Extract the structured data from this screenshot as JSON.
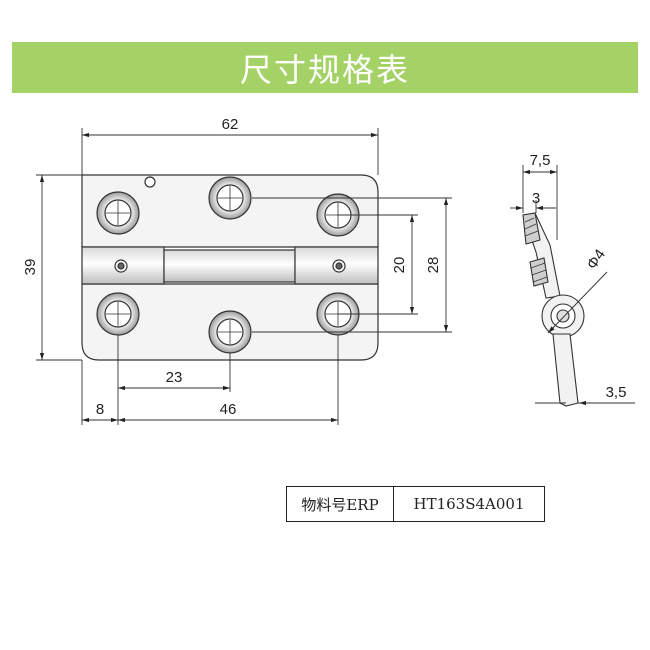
{
  "header": {
    "title": "尺寸规格表"
  },
  "dimensions": {
    "overall_width": "62",
    "overall_height": "39",
    "hole_spacing_vertical": "20",
    "hole_spacing_outer": "28",
    "hole_offset_center": "23",
    "hole_offset_edge": "8",
    "hole_span": "46",
    "side_total_width": "7,5",
    "side_leaf_thickness": "3",
    "pin_diameter": "Φ4",
    "side_offset_bottom": "3,5"
  },
  "spec_table": {
    "label": "物料号ERP",
    "value": "HT163S4A001"
  },
  "colors": {
    "title_bar": "#a5d266",
    "plate_fill": "#f4f4f4",
    "outline": "#333333"
  }
}
